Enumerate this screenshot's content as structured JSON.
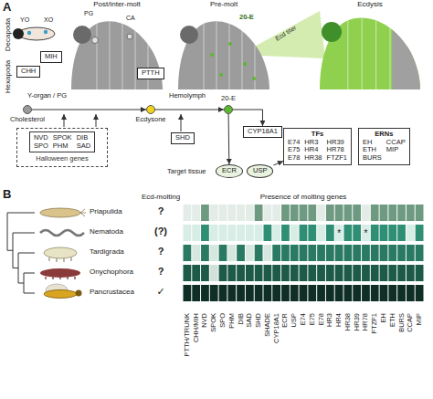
{
  "diagram": {
    "nodes": [
      {
        "text": [
          "MIH"
        ]
      },
      {
        "text": [
          "CHH"
        ]
      },
      {
        "text": [
          "PTTH"
        ]
      },
      {
        "text": [
          "Cholesterol"
        ]
      },
      {
        "text": [
          "Ecdysone"
        ]
      },
      {
        "text": [
          "20-E"
        ]
      },
      {
        "text": [
          "Halloween genes"
        ]
      },
      {
        "text": [
          "NVD",
          "SPOK",
          "DIB",
          "SPO",
          "PHM",
          "SAD"
        ],
        "in": 6
      },
      {
        "text": [
          "SHD"
        ]
      },
      {
        "text": [
          "CYP18A1"
        ]
      },
      {
        "text": [
          "ECR"
        ]
      },
      {
        "text": [
          "USP"
        ]
      },
      {
        "text": [
          "TFs",
          "E74",
          "HR3",
          "HR39",
          "E75",
          "HR4",
          "HR78",
          "E78",
          "HR38",
          "FTZF1"
        ]
      },
      {
        "text": [
          "ERNs",
          "EH",
          "CCAP",
          "ETH",
          "MIP",
          "BURS"
        ]
      }
    ],
    "edges": [
      {
        "from": 3,
        "to": 4,
        "arrow": "to"
      },
      {
        "from": 4,
        "to": 5,
        "arrow": "to"
      },
      {
        "from": 5,
        "to": 9,
        "arrow": "to"
      },
      {
        "from": 5,
        "to": 10,
        "arrow": "to"
      },
      {
        "from": 11,
        "to": 12,
        "arrow": "to"
      }
    ],
    "labels": [
      "A",
      "Post/inter-molt",
      "Pre-molt",
      "Ecdysis",
      "Decapoda",
      "Hexapoda",
      "YO",
      "XO",
      "PG",
      "CA",
      "20-E",
      "Ecd titer",
      "Y-organ / PG",
      "Hemolymph",
      "Target tissue",
      "B",
      "Ecd-molting",
      "Presence of molting genes",
      "Priapulida",
      "Nematoda",
      "Tardigrada",
      "Onychophora",
      "Pancrustacea",
      "?",
      "(?)",
      "?",
      "?",
      "✓",
      "*",
      "*",
      "PTTH/TRUNK",
      "CHH/MIH",
      "NVD",
      "SPOK",
      "SPO",
      "PHM",
      "DIB",
      "SAD",
      "SHD",
      "SHADE",
      "CYP18A1",
      "ECR",
      "USP",
      "E74",
      "E75",
      "E78",
      "HR3",
      "HR4",
      "HR38",
      "HR39",
      "HR78",
      "FTZF1",
      "EH",
      "ETH",
      "BURS",
      "CCAP",
      "MIP"
    ]
  }
}
